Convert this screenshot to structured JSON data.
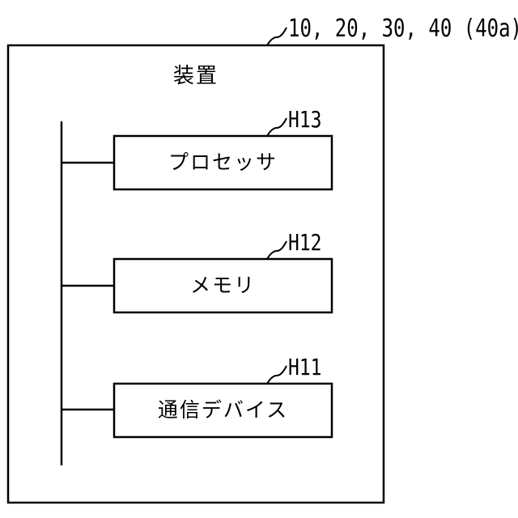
{
  "device": {
    "reference": "10, 20, 30, 40 (40a)",
    "title": "装置"
  },
  "components": [
    {
      "ref": "H13",
      "label": "プロセッサ"
    },
    {
      "ref": "H12",
      "label": "メモリ"
    },
    {
      "ref": "H11",
      "label": "通信デバイス"
    }
  ]
}
